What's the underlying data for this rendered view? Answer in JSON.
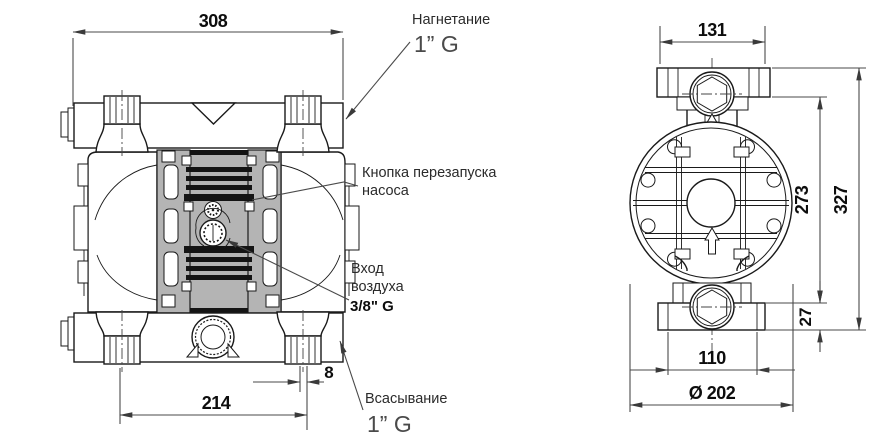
{
  "drawing_type": "diaphragm-pump-dimensional-drawing",
  "front_view": {
    "dims": {
      "overall_width": "308",
      "foot_spacing": "214",
      "port_offset": "8"
    },
    "labels": {
      "discharge": "Нагнетание",
      "discharge_thread": "1” G",
      "restart_button_line1": "Кнопка перезапуска",
      "restart_button_line2": "насоса",
      "air_inlet_line1": "Вход",
      "air_inlet_line2": "воздуха",
      "air_inlet_thread": "3/8\" G",
      "suction": "Всасывание",
      "suction_thread": "1” G"
    }
  },
  "side_view": {
    "dims": {
      "flange_width": "131",
      "body_height": "273",
      "overall_height": "327",
      "flange_height": "27",
      "port_flange_width": "110",
      "body_diameter": "Ø 202"
    }
  },
  "colors": {
    "line": "#1a1a1a",
    "dimension_line": "#4a4a4a",
    "housing_gray": "#b4b4b4",
    "muffler_dark": "#141414",
    "text": "#2b2b2b",
    "thread_text": "#4a4a4a",
    "background": "#ffffff"
  }
}
